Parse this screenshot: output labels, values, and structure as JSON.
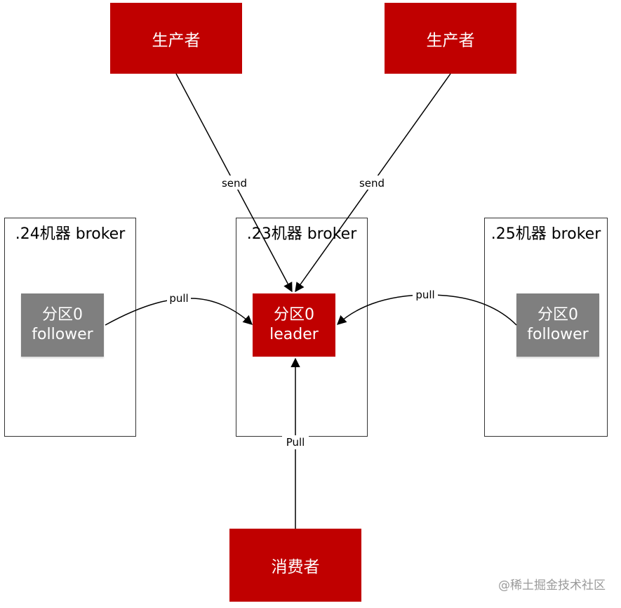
{
  "producers": [
    {
      "label": "生产者"
    },
    {
      "label": "生产者"
    }
  ],
  "consumer": {
    "label": "消费者"
  },
  "brokers": [
    {
      "title": ".24机器 broker",
      "partition": {
        "name": "分区0",
        "role": "follower"
      }
    },
    {
      "title": ".23机器 broker",
      "partition": {
        "name": "分区0",
        "role": "leader"
      }
    },
    {
      "title": ".25机器 broker",
      "partition": {
        "name": "分区0",
        "role": "follower"
      }
    }
  ],
  "edges": {
    "send_left": "send",
    "send_right": "send",
    "pull_left": "pull",
    "pull_right": "pull",
    "pull_consumer": "Pull"
  },
  "watermark": "@稀土掘金技术社区",
  "colors": {
    "leader": "#c00000",
    "follower": "#7f7f7f",
    "line": "#000000"
  }
}
